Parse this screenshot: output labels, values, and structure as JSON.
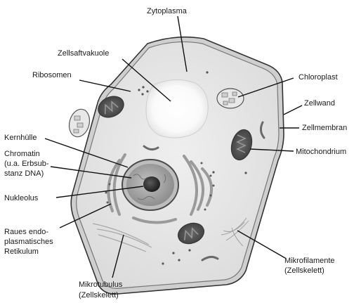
{
  "labels": {
    "zytoplasma": "Zytoplasma",
    "zellsaftvakuole": "Zellsaftvakuole",
    "ribosomen": "Ribosomen",
    "chloroplast": "Chloroplast",
    "zellwand": "Zellwand",
    "zellmembran": "Zellmembran",
    "kernhuelle": "Kernhülle",
    "mitochondrium": "Mitochondrium",
    "chromatin": [
      "Chromatin",
      "(u.a. Erbsub-",
      "stanz DNA)"
    ],
    "nukleolus": "Nukleolus",
    "raues_er": [
      "Raues endo-",
      "plasmatisches",
      "Retikulum"
    ],
    "mikrofilamente": [
      "Mikrofilamente",
      "(Zellskelett)"
    ],
    "mikrotubulus": [
      "Mikrotubulus",
      "(Zellskelett)"
    ]
  }
}
